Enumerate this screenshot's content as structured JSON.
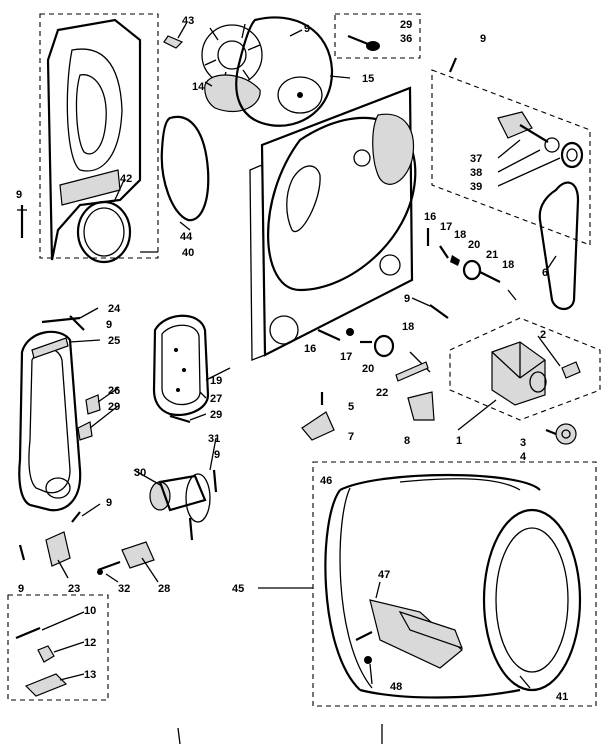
{
  "callouts": [
    "43",
    "9",
    "29",
    "36",
    "9",
    "14",
    "15",
    "37",
    "38",
    "39",
    "42",
    "44",
    "9",
    "40",
    "16",
    "17",
    "18",
    "20",
    "21",
    "18",
    "6",
    "24",
    "9",
    "25",
    "9",
    "18",
    "2",
    "16",
    "17",
    "20",
    "22",
    "26",
    "29",
    "19",
    "27",
    "29",
    "5",
    "7",
    "8",
    "1",
    "3",
    "4",
    "31",
    "9",
    "30",
    "9",
    "23",
    "28",
    "32",
    "9",
    "46",
    "47",
    "45",
    "48",
    "41",
    "10",
    "12",
    "13"
  ]
}
